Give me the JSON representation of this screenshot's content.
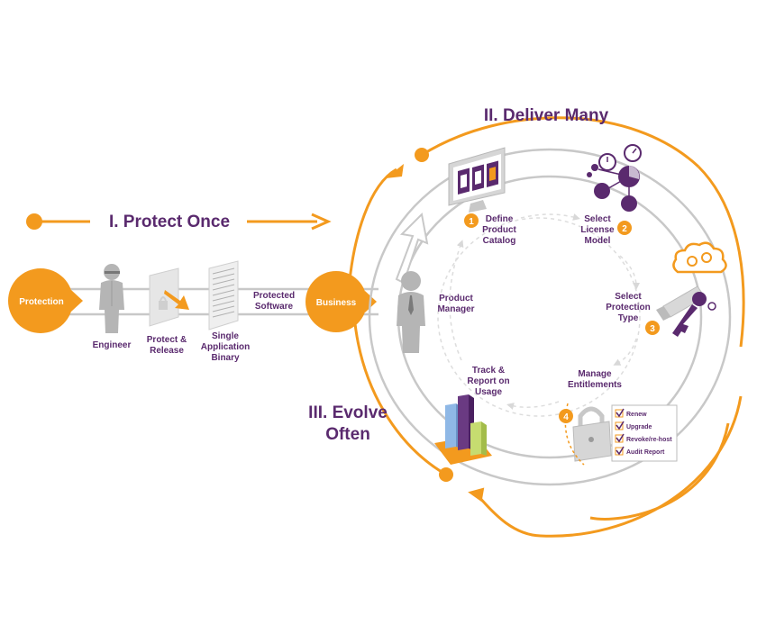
{
  "titles": {
    "protect": "I. Protect Once",
    "deliver": "II. Deliver Many",
    "evolve_1": "III. Evolve",
    "evolve_2": "Often"
  },
  "nodes": {
    "protection": "Protection",
    "business": "Business"
  },
  "labels": {
    "engineer": "Engineer",
    "protect_release_1": "Protect &",
    "protect_release_2": "Release",
    "binary_1": "Single",
    "binary_2": "Application",
    "binary_3": "Binary",
    "protected_software_1": "Protected",
    "protected_software_2": "Software",
    "product_manager_1": "Product",
    "product_manager_2": "Manager",
    "define_1": "Define",
    "define_2": "Product",
    "define_3": "Catalog",
    "license_1": "Select",
    "license_2": "License",
    "license_3": "Model",
    "protection_type_1": "Select",
    "protection_type_2": "Protection",
    "protection_type_3": "Type",
    "entitlements_1": "Manage",
    "entitlements_2": "Entitlements",
    "track_1": "Track &",
    "track_2": "Report on",
    "track_3": "Usage"
  },
  "steps": [
    "1",
    "2",
    "3",
    "4"
  ],
  "checklist": [
    "Renew",
    "Upgrade",
    "Revoke/re-host",
    "Audit Report"
  ],
  "colors": {
    "orange": "#f39a1e",
    "purple": "#5a2a6e",
    "gray": "#c8c8c8",
    "dark_gray": "#9a9a9a"
  },
  "icons": [
    "engineer-icon",
    "document-icon",
    "binary-icon",
    "monitor-icon",
    "network-icon",
    "usb-key-icon",
    "cloud-gear-icon",
    "lock-icon",
    "bar-chart-icon",
    "product-manager-icon"
  ]
}
